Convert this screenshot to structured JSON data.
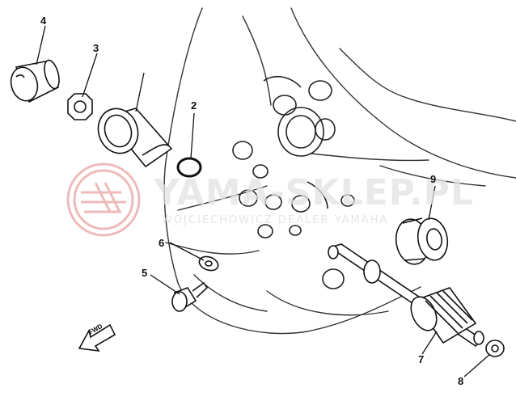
{
  "watermark": {
    "main": "YAMA-SKLEP.PL",
    "sub": "WOJCIECHOWICZ DEALER YAMAHA",
    "logo_color": "#e9a3a3",
    "text_color": "#e1e1e1"
  },
  "callouts": [
    {
      "id": "part-4",
      "label": "4"
    },
    {
      "id": "part-3",
      "label": "3"
    },
    {
      "id": "part-2",
      "label": "2"
    },
    {
      "id": "part-9",
      "label": "9"
    },
    {
      "id": "part-6",
      "label": "6"
    },
    {
      "id": "part-5",
      "label": "5"
    },
    {
      "id": "part-7",
      "label": "7"
    },
    {
      "id": "part-8",
      "label": "8"
    }
  ],
  "direction_arrow": {
    "label": "FWD"
  },
  "colors": {
    "line": "#111111",
    "background": "#ffffff"
  }
}
